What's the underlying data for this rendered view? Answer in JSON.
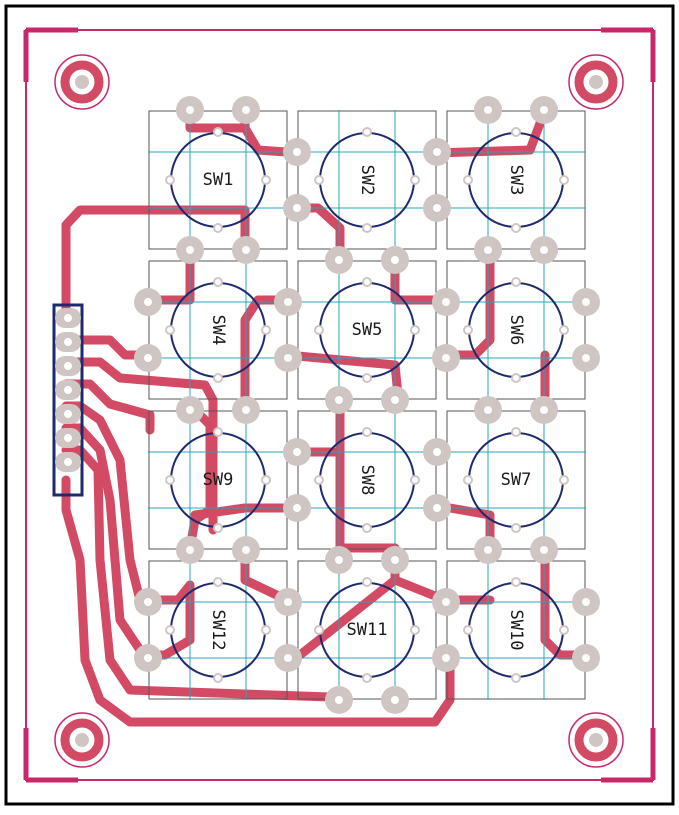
{
  "board": {
    "colors": {
      "outline": "#c8286a",
      "frame": "#000000",
      "trace": "#d24a64",
      "pad": "#cfc6c4",
      "pad_hole": "#ffffff",
      "switch_body": "#1e2a6e",
      "switch_box": "#555555",
      "crosshair": "#2aa6b8",
      "silkscreen_text": "#1a1a1a",
      "mount_pad": "#d24a64"
    },
    "switches": [
      {
        "label": "SW1",
        "rotated": false
      },
      {
        "label": "SW2",
        "rotated": true
      },
      {
        "label": "SW3",
        "rotated": true
      },
      {
        "label": "SW4",
        "rotated": true
      },
      {
        "label": "SW5",
        "rotated": false
      },
      {
        "label": "SW6",
        "rotated": true
      },
      {
        "label": "SW9",
        "rotated": false
      },
      {
        "label": "SW8",
        "rotated": true
      },
      {
        "label": "SW7",
        "rotated": false
      },
      {
        "label": "SW12",
        "rotated": true
      },
      {
        "label": "SW11",
        "rotated": false
      },
      {
        "label": "SW10",
        "rotated": true
      }
    ],
    "header": {
      "pins": 7
    },
    "mounting_holes": 4
  }
}
